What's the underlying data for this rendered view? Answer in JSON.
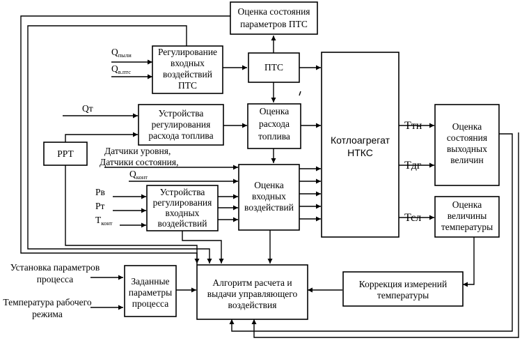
{
  "blocks": {
    "ocenka_pts": [
      "Оценка состояния",
      "параметров ПТС"
    ],
    "regul_vhod_pts": [
      "Регулирование",
      "входных",
      "воздействий",
      "ПТС"
    ],
    "pts": [
      "ПТС"
    ],
    "kotloagregat": [
      "Котлоагрегат",
      "НТКС"
    ],
    "ustr_topliva": [
      "Устройства",
      "регулирования",
      "расхода топлива"
    ],
    "ocenka_rashoda": [
      "Оценка",
      "расхода",
      "топлива"
    ],
    "ocenka_vyhod": [
      "Оценка",
      "состояния",
      "выходных",
      "величин"
    ],
    "rrt": [
      "РРТ"
    ],
    "ocenka_vhod": [
      "Оценка",
      "входных",
      "воздействий"
    ],
    "ustr_vhod": [
      "Устройства",
      "регулирования",
      "входных",
      "воздействий"
    ],
    "ocenka_temp": [
      "Оценка",
      "величины",
      "температуры"
    ],
    "zadannye": [
      "Заданные",
      "параметры",
      "процесса"
    ],
    "algoritm": [
      "Алгоритм расчета и",
      "выдачи управляющего",
      "воздействия"
    ],
    "korrekciya": [
      "Коррекция измерений",
      "температуры"
    ]
  },
  "labels": {
    "q_pyli": {
      "main": "Q",
      "sub": "пыли"
    },
    "q_vpts": {
      "main": "Q",
      "sub": "в.птс"
    },
    "q_t": "Qт",
    "datchiki_urovnya": "Датчики уровня,",
    "datchiki_sostoyaniya": "Датчики состояния,",
    "q_kont": {
      "main": "Q",
      "sub": "конт"
    },
    "r_v": "Рв",
    "r_t": "Рт",
    "t_kont": {
      "main": "Т",
      "sub": "конт"
    },
    "t_tn": "Ттн",
    "t_dg": "Тдг",
    "t_sl": "Тсл",
    "ustanovka": [
      "Установка параметров",
      "процесса"
    ],
    "temperatura": [
      "Температура рабочего",
      "режима"
    ]
  }
}
